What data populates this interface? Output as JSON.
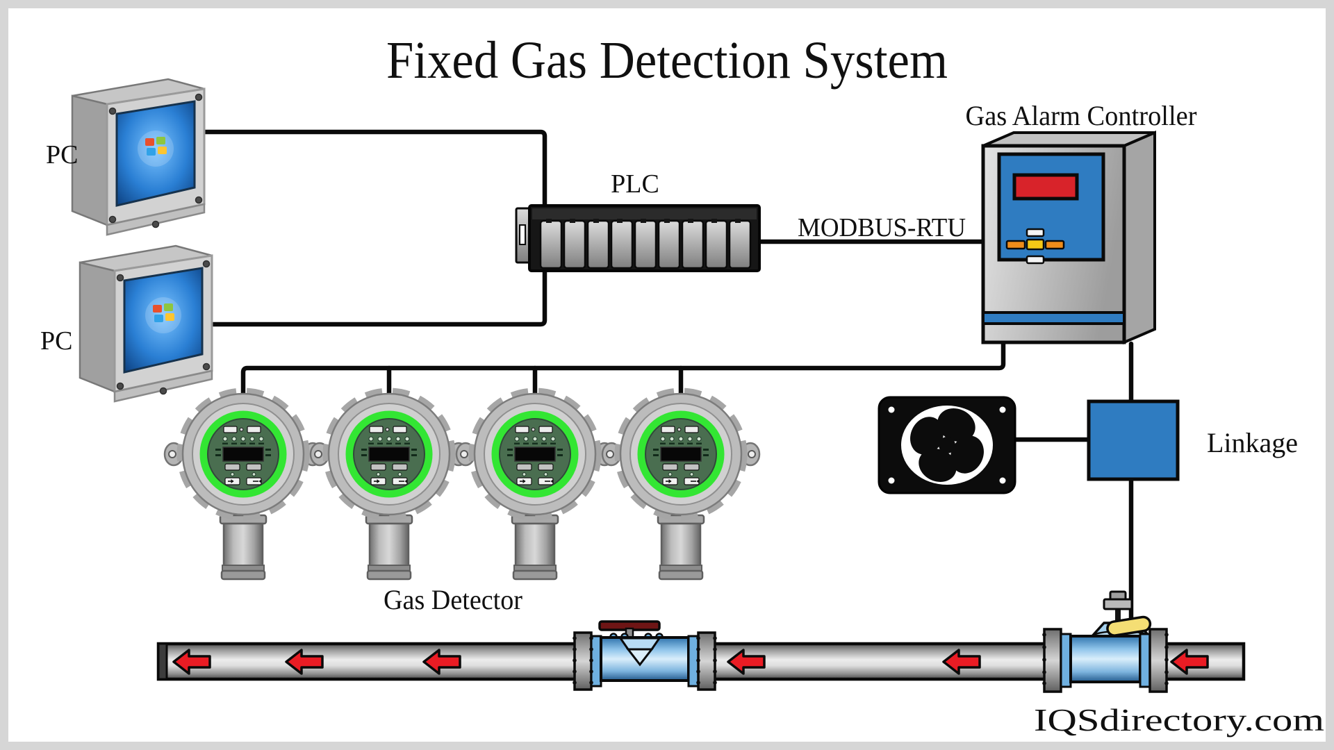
{
  "page": {
    "title": "Fixed Gas Detection System",
    "watermark": "IQSdirectory.com"
  },
  "labels": {
    "pc_top": "PC",
    "pc_bottom": "PC",
    "plc": "PLC",
    "modbus": "MODBUS-RTU",
    "gas_alarm_controller": "Gas Alarm Controller",
    "gas_detector": "Gas Detector",
    "linkage": "Linkage"
  },
  "components": {
    "pc_count": 2,
    "gas_detector_count": 4,
    "pipe_flow_arrow_count": 6,
    "flow_direction": "left"
  },
  "colors": {
    "connector_line": "#0a0a0a",
    "controller_panel_blue": "#2f7cc1",
    "controller_display_red": "#d8232a",
    "linkage_box_blue": "#2f7cc1",
    "detector_ring_green": "#33e633",
    "detector_face_green": "#4a6e50",
    "flow_arrow_red": "#ea1c24",
    "valve_body_blue": "#9fcdf0",
    "valve_handle_yellow": "#f4de74",
    "handwheel_dark_red": "#6e1515",
    "frame_gray": "#d6d6d6"
  }
}
